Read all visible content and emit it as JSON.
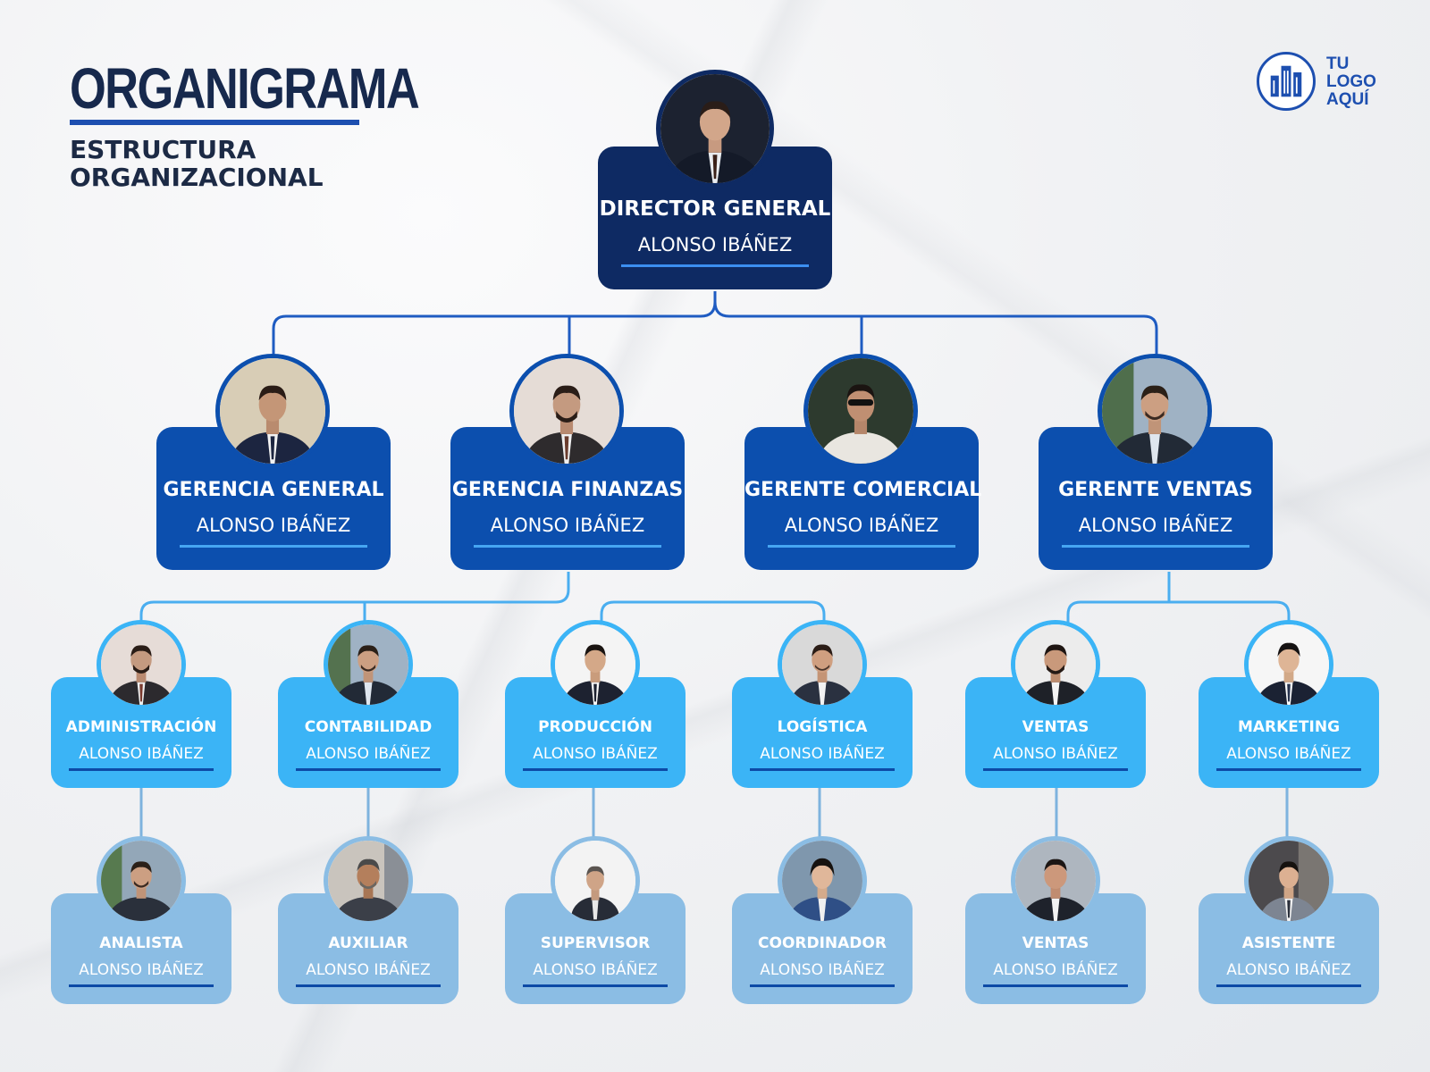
{
  "header": {
    "title": "ORGANIGRAMA",
    "subtitle": "ESTRUCTURA ORGANIZACIONAL"
  },
  "logo": {
    "lines": [
      "TU",
      "LOGO",
      "AQUÍ"
    ],
    "icon": "building-icon",
    "color": "#1d4fb0"
  },
  "colors": {
    "level0": "#0e2a63",
    "level1": "#0c4fae",
    "level2": "#3bb4f6",
    "level3": "#8bbde4",
    "connector": "#1f5cc2"
  },
  "org": {
    "director": {
      "role": "DIRECTOR GENERAL",
      "name": "ALONSO IBÁÑEZ",
      "icon": "person-photo-icon"
    },
    "managers": [
      {
        "role": "GERENCIA GENERAL",
        "name": "ALONSO IBÁÑEZ",
        "icon": "person-photo-icon"
      },
      {
        "role": "GERENCIA FINANZAS",
        "name": "ALONSO IBÁÑEZ",
        "icon": "person-photo-icon"
      },
      {
        "role": "GERENTE COMERCIAL",
        "name": "ALONSO IBÁÑEZ",
        "icon": "person-photo-icon"
      },
      {
        "role": "GERENTE VENTAS",
        "name": "ALONSO IBÁÑEZ",
        "icon": "person-photo-icon"
      }
    ],
    "departments": [
      {
        "role": "ADMINISTRACIÓN",
        "name": "ALONSO IBÁÑEZ",
        "icon": "person-photo-icon"
      },
      {
        "role": "CONTABILIDAD",
        "name": "ALONSO IBÁÑEZ",
        "icon": "person-photo-icon"
      },
      {
        "role": "PRODUCCIÓN",
        "name": "ALONSO IBÁÑEZ",
        "icon": "person-photo-icon"
      },
      {
        "role": "LOGÍSTICA",
        "name": "ALONSO IBÁÑEZ",
        "icon": "person-photo-icon"
      },
      {
        "role": "VENTAS",
        "name": "ALONSO IBÁÑEZ",
        "icon": "person-photo-icon"
      },
      {
        "role": "MARKETING",
        "name": "ALONSO IBÁÑEZ",
        "icon": "person-photo-icon"
      }
    ],
    "staff": [
      {
        "role": "ANALISTA",
        "name": "ALONSO IBÁÑEZ",
        "icon": "person-photo-icon"
      },
      {
        "role": "AUXILIAR",
        "name": "ALONSO IBÁÑEZ",
        "icon": "person-photo-icon"
      },
      {
        "role": "SUPERVISOR",
        "name": "ALONSO IBÁÑEZ",
        "icon": "person-photo-icon"
      },
      {
        "role": "COORDINADOR",
        "name": "ALONSO IBÁÑEZ",
        "icon": "person-photo-icon"
      },
      {
        "role": "VENTAS",
        "name": "ALONSO IBÁÑEZ",
        "icon": "person-photo-icon"
      },
      {
        "role": "ASISTENTE",
        "name": "ALONSO IBÁÑEZ",
        "icon": "person-photo-icon"
      }
    ]
  }
}
